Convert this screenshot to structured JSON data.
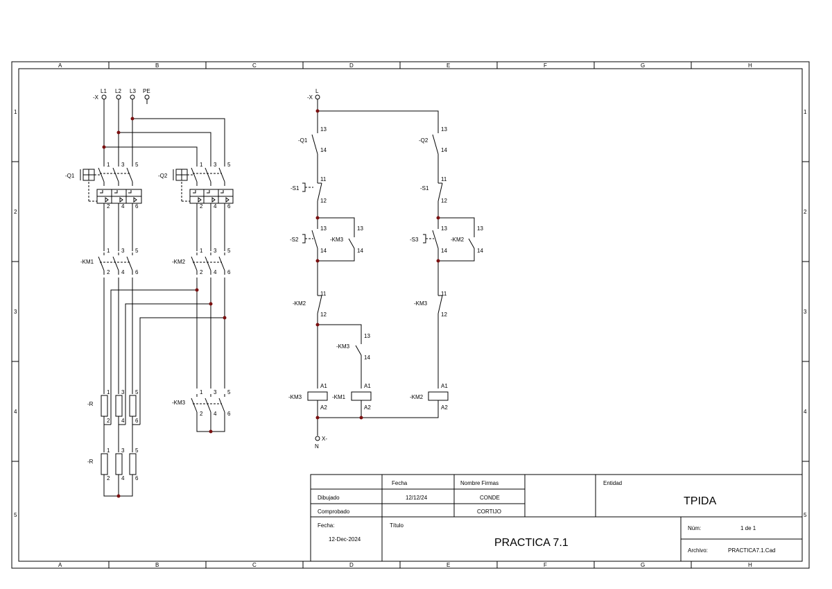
{
  "frame": {
    "columns": [
      "A",
      "B",
      "C",
      "D",
      "E",
      "F",
      "G",
      "H"
    ],
    "rows": [
      "1",
      "2",
      "3",
      "4",
      "5"
    ]
  },
  "power_circuit": {
    "terminal_ref": "-X",
    "terminals": [
      "L1",
      "L2",
      "L3",
      "PE"
    ],
    "q1": "-Q1",
    "q2": "-Q2",
    "km1": "-KM1",
    "km2": "-KM2",
    "km3": "-KM3",
    "resistor_upper": "-R",
    "resistor_lower": "-R",
    "pins_in": [
      "1",
      "3",
      "5"
    ],
    "pins_out": [
      "2",
      "4",
      "6"
    ]
  },
  "control_circuit": {
    "terminal_top_ref": "-X",
    "terminal_top": "L",
    "terminal_bottom_ref": "X-",
    "terminal_bottom": "N",
    "q1": "-Q1",
    "q2": "-Q2",
    "s1_left": "-S1",
    "s1_right": "-S1",
    "s2": "-S2",
    "s3": "-S3",
    "km3_hold": "-KM3",
    "km2_hold": "-KM2",
    "km2_inter": "-KM2",
    "km3_inter": "-KM3",
    "km3_timer": "-KM3",
    "coil_km3": "-KM3",
    "coil_km1": "-KM1",
    "coil_km2": "-KM2",
    "n13": "13",
    "n14": "14",
    "n11": "11",
    "n12": "12",
    "a1": "A1",
    "a2": "A2"
  },
  "title_block": {
    "fecha_header": "Fecha",
    "nombre_header": "Nombre Firmas",
    "entidad_label": "Entidad",
    "dibujado_label": "Dibujado",
    "dibujado_fecha": "12/12/24",
    "dibujado_nombre": "CONDE",
    "comprobado_label": "Comprobado",
    "comprobado_nombre": "CORTIJO",
    "fecha_label": "Fecha:",
    "fecha_value": "12-Dec-2024",
    "titulo_label": "Título",
    "titulo": "PRACTICA 7.1",
    "entidad": "TPIDA",
    "num_label": "Núm:",
    "num_value": "1 de 1",
    "archivo_label": "Archivo:",
    "archivo_value": "PRACTICA7.1.Cad"
  }
}
